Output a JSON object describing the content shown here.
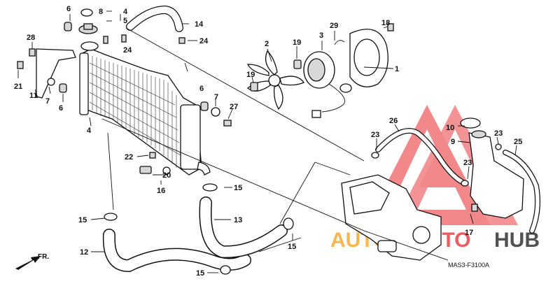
{
  "diagram": {
    "code": "MAS3-F3100A",
    "direction_label": "FR.",
    "watermark": {
      "brand_auto": "AUTO",
      "brand_moto": "MOTO",
      "brand_hub": "HUB"
    },
    "colors": {
      "ink": "#111111",
      "watermark_red": "#e8272b",
      "watermark_orange": "#f5a623",
      "watermark_dark": "#333333"
    },
    "callouts": {
      "c1": "1",
      "c2": "2",
      "c3": "3",
      "c4a": "4",
      "c4b": "4",
      "c4c": "4",
      "c5": "5",
      "c6a": "6",
      "c6b": "6",
      "c6c": "6",
      "c7a": "7",
      "c7b": "7",
      "c8": "8",
      "c9": "9",
      "c10": "10",
      "c11": "11",
      "c12": "12",
      "c13": "13",
      "c14": "14",
      "c15a": "15",
      "c15b": "15",
      "c15c": "15",
      "c15d": "15",
      "c16": "16",
      "c17": "17",
      "c18": "18",
      "c19a": "19",
      "c19b": "19",
      "c20": "20",
      "c21": "21",
      "c22": "22",
      "c23a": "23",
      "c23b": "23",
      "c23c": "23",
      "c24a": "24",
      "c24b": "24",
      "c25": "25",
      "c26": "26",
      "c27": "27",
      "c28": "28",
      "c29": "29"
    }
  }
}
